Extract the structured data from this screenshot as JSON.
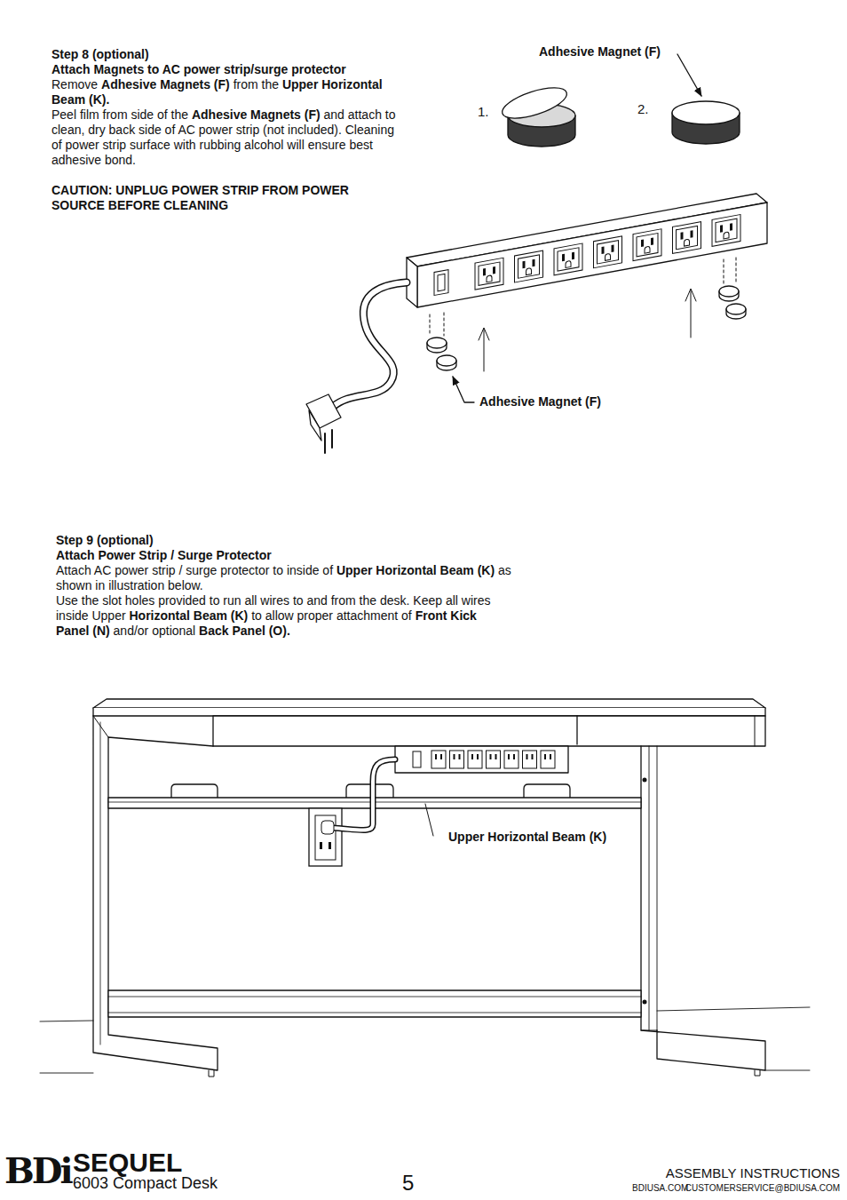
{
  "diagram": {
    "labels": [
      "Step 8 (optional)",
      "Attach Magnets to AC power strip/surge protector",
      "Remove",
      "Adhesive Magnets (F)",
      "from the",
      "Upper Horizontal Beam (K).",
      "Peel film from side of the",
      "Adhesive Magnets (F)",
      "and attach to clean, dry back side of AC power strip (not included). Cleaning of power strip surface with rubbing alcohol will ensure best adhesive bond.",
      "CAUTION: UNPLUG POWER STRIP FROM POWER SOURCE BEFORE CLEANING",
      "Adhesive Magnet (F)",
      "1.",
      "2.",
      "Adhesive Magnet (F)",
      "Step 9 (optional)",
      "Attach Power Strip / Surge Protector",
      "Attach AC power strip / surge protector to inside of",
      "Upper Horizontal Beam (K)",
      "as shown in illustration below.",
      "Use the slot holes provided to run all wires to and from the desk. Keep all wires inside Upper",
      "Horizontal Beam (K)",
      "to allow proper attachment of",
      "Front Kick Panel (N)",
      "and/or optional",
      "Back Panel (O).",
      "Upper Horizontal Beam (K)",
      "BDi",
      "SEQUEL",
      "6003 Compact Desk",
      "5",
      "ASSEMBLY INSTRUCTIONS",
      "BDIUSA.COM",
      "CUSTOMERSERVICE@BDIUSA.COM"
    ]
  }
}
